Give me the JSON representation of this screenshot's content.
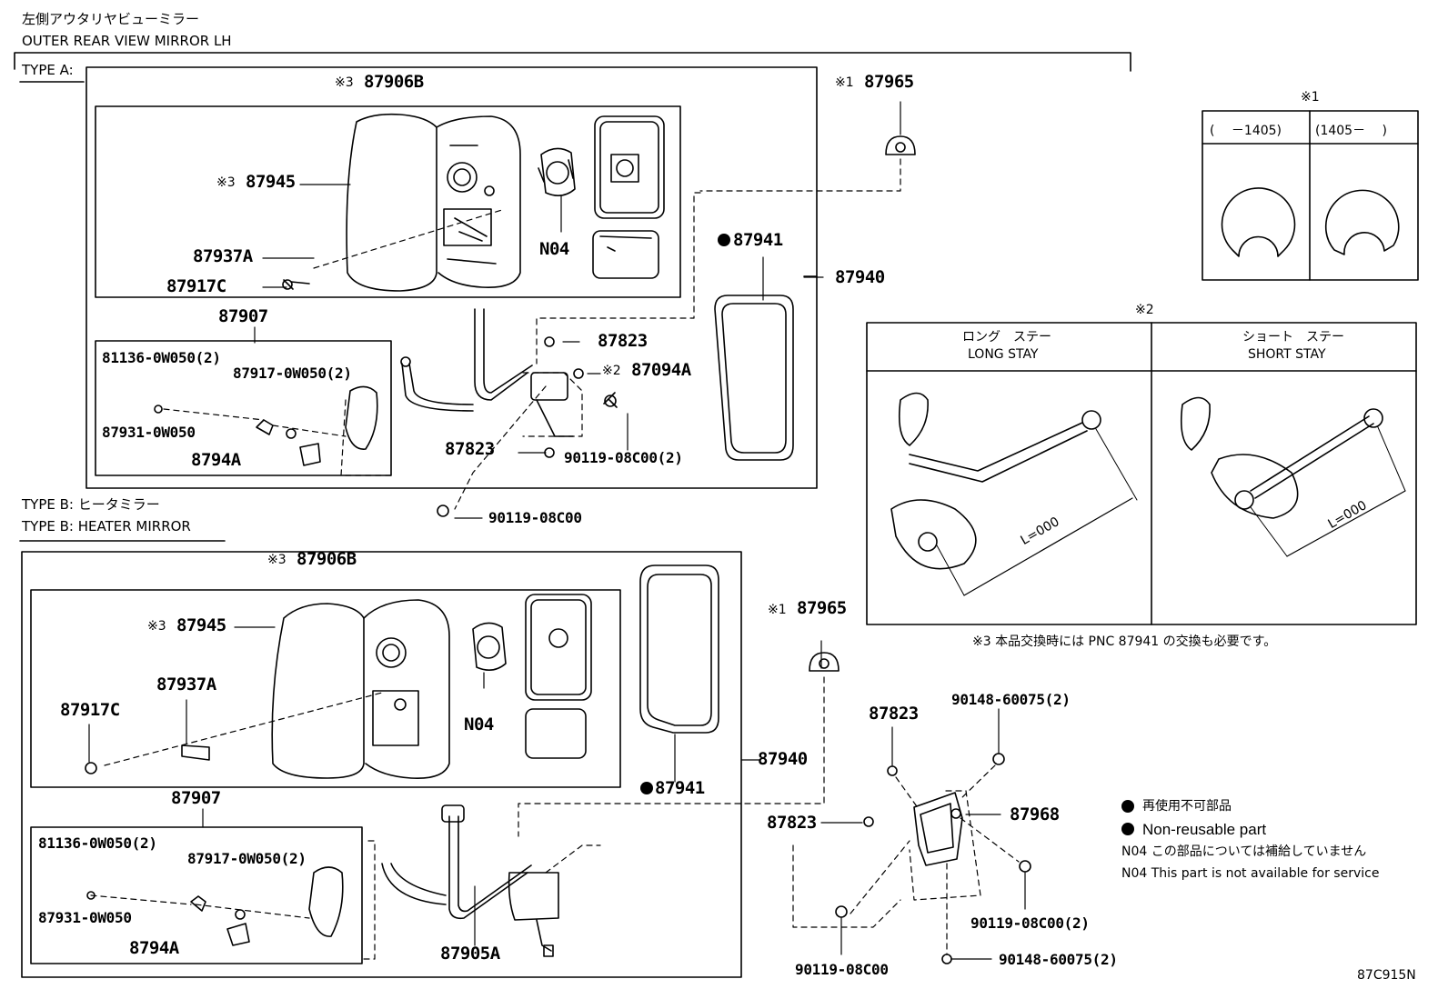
{
  "header": {
    "title_jp": "左側アウタリヤビューミラー",
    "title_en": "OUTER REAR VIEW MIRROR LH",
    "type_a": "TYPE A:",
    "type_b_jp": "TYPE B: ヒータミラー",
    "type_b_en": "TYPE B: HEATER MIRROR"
  },
  "type_a": {
    "mark_87906b": "※3",
    "p_87906b": "87906B",
    "mark_87945": "※3",
    "p_87945": "87945",
    "p_87937a": "87937A",
    "p_87917c": "87917C",
    "p_n04": "N04",
    "p_87941": "87941",
    "p_87940": "87940",
    "p_87907": "87907",
    "p_81136": "81136-0W050(2)",
    "p_87917_0w050": "87917-0W050(2)",
    "p_87931": "87931-0W050",
    "p_8794a": "8794A",
    "p_87823_top": "87823",
    "mark_87094a": "※2",
    "p_87094a": "87094A",
    "p_87823_bot": "87823",
    "p_90119_2": "90119-08C00(2)",
    "p_90119": "90119-08C00",
    "mark_87965": "※1",
    "p_87965": "87965"
  },
  "type_b": {
    "mark_87906b": "※3",
    "p_87906b": "87906B",
    "mark_87945": "※3",
    "p_87945": "87945",
    "p_87937a": "87937A",
    "p_87917c": "87917C",
    "p_n04": "N04",
    "p_87941": "87941",
    "p_87940": "87940",
    "p_87907": "87907",
    "p_81136": "81136-0W050(2)",
    "p_87917_0w050": "87917-0W050(2)",
    "p_87931": "87931-0W050",
    "p_8794a": "8794A",
    "p_87905a": "87905A",
    "mark_87965": "※1",
    "p_87965": "87965"
  },
  "bracket_group": {
    "p_87823_a": "87823",
    "p_90148_a": "90148-60075(2)",
    "p_87968": "87968",
    "p_87823_b": "87823",
    "p_90119_2": "90119-08C00(2)",
    "p_90119": "90119-08C00",
    "p_90148_b": "90148-60075(2)"
  },
  "note1": {
    "mark": "※1",
    "col1": "(　 －1405)",
    "col2": "(1405－　 )"
  },
  "note2": {
    "mark": "※2",
    "long_jp": "ロング　ステー",
    "long_en": "LONG STAY",
    "short_jp": "ショート　ステー",
    "short_en": "SHORT STAY",
    "dim_long": "L=000",
    "dim_short": "L=000"
  },
  "note3": "※3 本品交換時には PNC 87941 の交換も必要です。",
  "legend": {
    "nonreuse_jp": "再使用不可部品",
    "nonreuse_en": "Non-reusable part",
    "n04_jp": "N04 この部品については補給していません",
    "n04_en": "N04 This part is not available for service"
  },
  "figure_code": "87C915N"
}
